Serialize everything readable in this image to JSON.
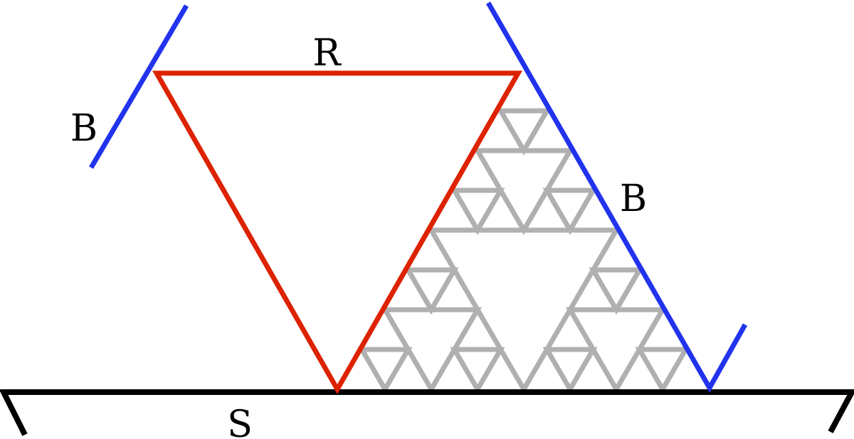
{
  "labels": {
    "red_label": "R",
    "blue_label_left": "B",
    "blue_label_right": "B",
    "base_label": "S"
  },
  "colors": {
    "red": "#dd2200",
    "blue": "#2233ee",
    "black": "#000000",
    "gray": "#b0b0b0"
  },
  "sierpinski_depth": 3
}
